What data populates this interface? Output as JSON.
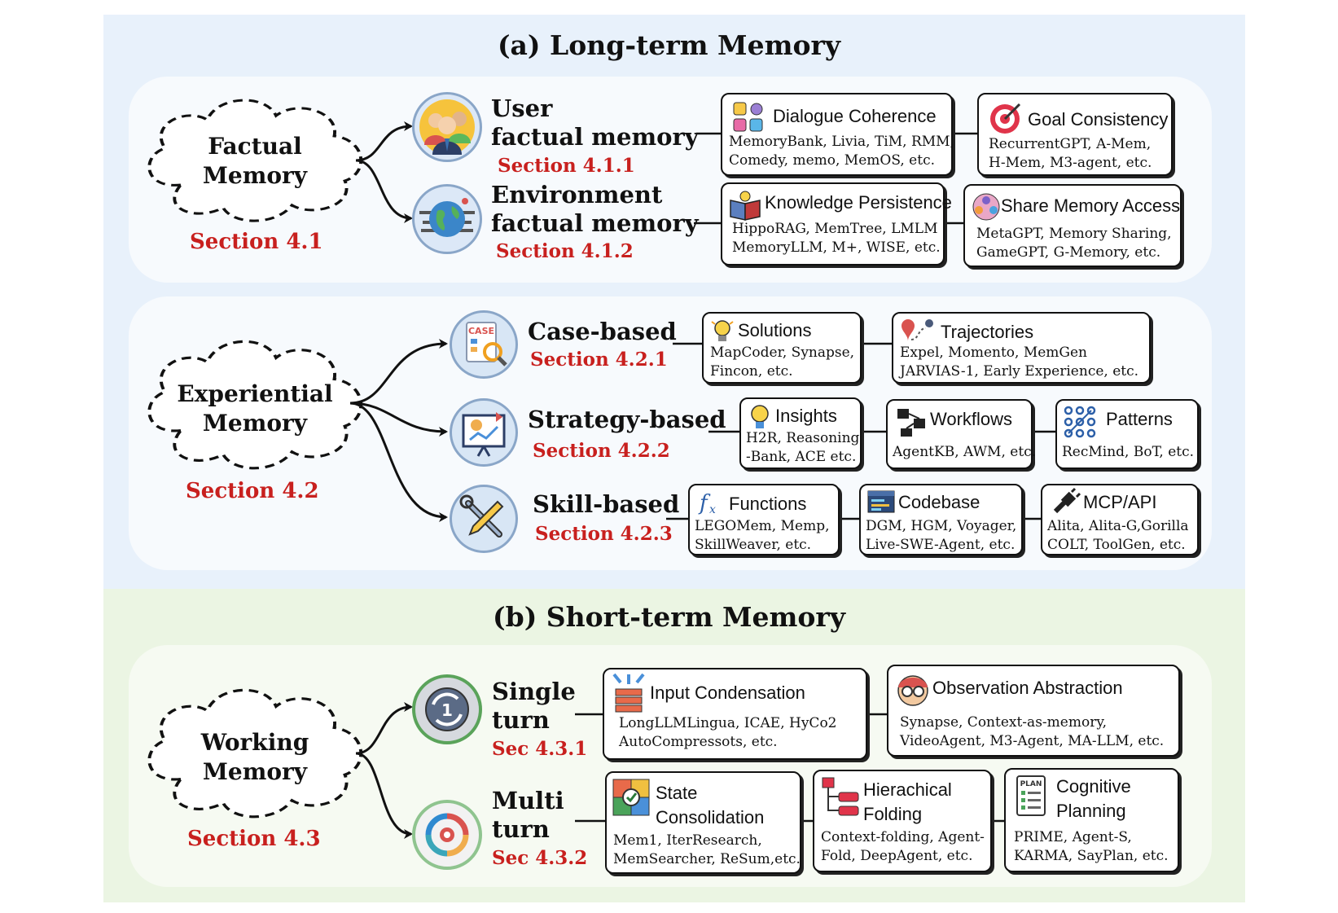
{
  "long_term": {
    "title": "(a) Long-term Memory",
    "factual": {
      "label_line1": "Factual",
      "label_line2": "Memory",
      "section": "Section 4.1",
      "user": {
        "line1": "User",
        "line2": "factual memory",
        "section": "Section 4.1.1",
        "boxes": [
          {
            "title": "Dialogue Coherence",
            "line1": "MemoryBank, Livia, TiM, RMM,",
            "line2": "Comedy, memo, MemOS, etc."
          },
          {
            "title": "Goal Consistency",
            "line1": "RecurrentGPT, A-Mem,",
            "line2": "H-Mem, M3-agent, etc."
          }
        ]
      },
      "environment": {
        "line1": "Environment",
        "line2": "factual memory",
        "section": "Section 4.1.2",
        "boxes": [
          {
            "title": "Knowledge Persistence",
            "line1": "HippoRAG, MemTree, LMLM",
            "line2": "MemoryLLM, M+, WISE, etc."
          },
          {
            "title": "Share Memory Access",
            "line1": "MetaGPT, Memory Sharing,",
            "line2": "GameGPT, G-Memory, etc."
          }
        ]
      }
    },
    "experiential": {
      "label_line1": "Experiential",
      "label_line2": "Memory",
      "section": "Section 4.2",
      "case": {
        "title": "Case-based",
        "section": "Section 4.2.1",
        "icon_text": "CASE",
        "boxes": [
          {
            "title": "Solutions",
            "line1": "MapCoder, Synapse,",
            "line2": "Fincon, etc."
          },
          {
            "title": "Trajectories",
            "line1": "Expel, Momento, MemGen",
            "line2": "JARVIAS-1, Early Experience, etc."
          }
        ]
      },
      "strategy": {
        "title": "Strategy-based",
        "section": "Section 4.2.2",
        "boxes": [
          {
            "title": "Insights",
            "line1": "H2R, Reasoning",
            "line2": "-Bank, ACE etc."
          },
          {
            "title": "Workflows",
            "line1": "AgentKB, AWM, etc.",
            "line2": ""
          },
          {
            "title": "Patterns",
            "line1": "RecMind, BoT, etc.",
            "line2": ""
          }
        ]
      },
      "skill": {
        "title": "Skill-based",
        "section": "Section 4.2.3",
        "boxes": [
          {
            "title": "Functions",
            "line1": "LEGOMem, Memp,",
            "line2": "SkillWeaver, etc."
          },
          {
            "title": "Codebase",
            "line1": "DGM, HGM, Voyager,",
            "line2": "Live-SWE-Agent, etc."
          },
          {
            "title": "MCP/API",
            "line1": "Alita, Alita-G,Gorilla",
            "line2": "COLT, ToolGen, etc."
          }
        ]
      }
    }
  },
  "short_term": {
    "title": "(b) Short-term Memory",
    "working": {
      "label_line1": "Working",
      "label_line2": "Memory",
      "section": "Section 4.3",
      "single": {
        "line1": "Single",
        "line2": "turn",
        "section": "Sec 4.3.1",
        "icon_text": "1",
        "boxes": [
          {
            "title": "Input Condensation",
            "line1": "LongLLMLingua, ICAE, HyCo2",
            "line2": "AutoCompressots, etc."
          },
          {
            "title": "Observation Abstraction",
            "line1": "Synapse, Context-as-memory,",
            "line2": "VideoAgent, M3-Agent, MA-LLM, etc."
          }
        ]
      },
      "multi": {
        "line1": "Multi",
        "line2": "turn",
        "section": "Sec 4.3.2",
        "boxes": [
          {
            "title_line1": "State",
            "title_line2": "Consolidation",
            "line1": "Mem1, IterResearch,",
            "line2": "MemSearcher, ReSum,etc."
          },
          {
            "title_line1": "Hierachical",
            "title_line2": "Folding",
            "line1": "Context-folding, Agent-",
            "line2": "Fold, DeepAgent, etc."
          },
          {
            "title_line1": "Cognitive",
            "title_line2": "Planning",
            "icon_text": "PLAN",
            "line1": "PRIME, Agent-S,",
            "line2": "KARMA, SayPlan, etc."
          }
        ]
      }
    }
  },
  "colors": {
    "section_red": "#c8201e",
    "long_term_bg": "#e8f1fb",
    "short_term_bg": "#ebf5e3"
  }
}
